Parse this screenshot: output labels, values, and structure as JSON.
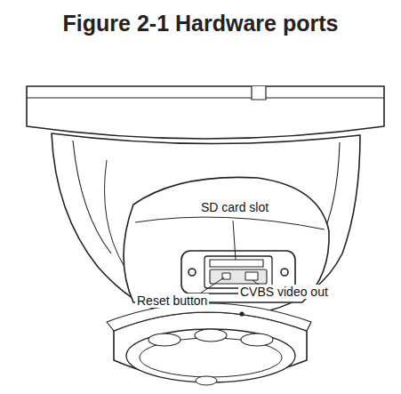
{
  "diagram": {
    "title": "Figure 2-1 Hardware ports",
    "labels": [
      "SD card slot",
      "Reset button",
      "CVBS video out"
    ]
  }
}
